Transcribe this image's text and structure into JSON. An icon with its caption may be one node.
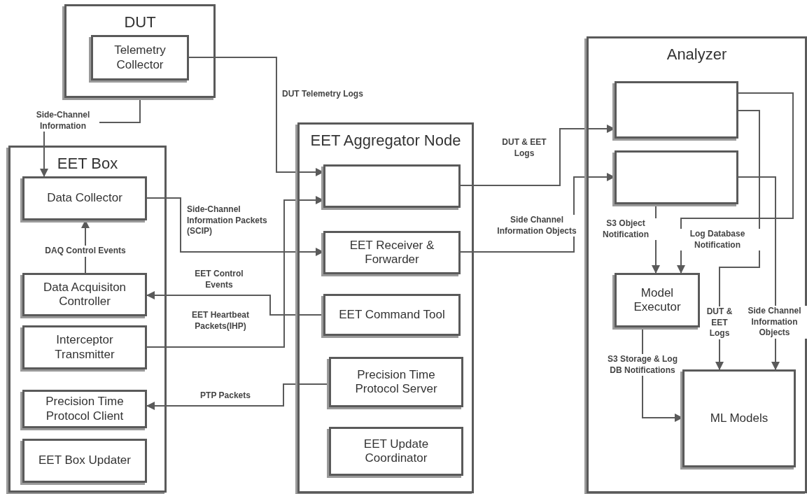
{
  "diagram": {
    "nodes": [
      {
        "text": [
          "DUT"
        ]
      },
      {
        "text": [
          "Telemetry Collector"
        ],
        "in": 0
      },
      {
        "text": [
          "EET Box"
        ]
      },
      {
        "text": [
          "Data Collector"
        ],
        "in": 2
      },
      {
        "text": [
          "Data Acquisiton Controller"
        ],
        "in": 2
      },
      {
        "text": [
          "Interceptor Transmitter"
        ],
        "in": 2
      },
      {
        "text": [
          "Precision Time Protocol Client"
        ],
        "in": 2
      },
      {
        "text": [
          "EET Box Updater"
        ],
        "in": 2
      },
      {
        "text": [
          "EET Aggregator Node"
        ]
      },
      {
        "text": [],
        "shape": "box",
        "in": 8
      },
      {
        "text": [
          "EET Receiver & Forwarder"
        ],
        "in": 8
      },
      {
        "text": [
          "EET Command Tool"
        ],
        "in": 8
      },
      {
        "text": [
          "Precision Time Protocol Server"
        ],
        "in": 8
      },
      {
        "text": [
          "EET Update Coordinator"
        ],
        "in": 8
      },
      {
        "text": [
          "Analyzer"
        ]
      },
      {
        "text": [],
        "shape": "box",
        "in": 14
      },
      {
        "text": [],
        "shape": "box",
        "in": 14
      },
      {
        "text": [
          "Model Executor"
        ],
        "in": 14
      },
      {
        "text": [
          "ML Models"
        ],
        "in": 14
      }
    ],
    "edges": [
      {
        "from": 1,
        "to": 9,
        "arrow": "to",
        "label": "DUT Telemetry Logs"
      },
      {
        "from": 0,
        "to": 3,
        "arrow": "to",
        "label": "Side-Channel Information"
      },
      {
        "from": 3,
        "to": 10,
        "arrow": "to",
        "label": "Side-Channel Information Packets (SCIP)"
      },
      {
        "from": 4,
        "to": 3,
        "arrow": "to",
        "label": "DAQ Control Events"
      },
      {
        "from": 11,
        "to": 4,
        "arrow": "to",
        "label": "EET Control Events"
      },
      {
        "from": 5,
        "to": 9,
        "arrow": "to",
        "label": "EET Heartbeat Packets(IHP)"
      },
      {
        "from": 12,
        "to": 6,
        "arrow": "to",
        "label": "PTP Packets"
      },
      {
        "from": 9,
        "to": 15,
        "arrow": "to",
        "label": "DUT & EET Logs"
      },
      {
        "from": 10,
        "to": 16,
        "arrow": "to",
        "label": "Side Channel Information Objects"
      },
      {
        "from": 16,
        "to": 17,
        "arrow": "to",
        "label": "S3 Object Notification"
      },
      {
        "from": 15,
        "to": 17,
        "arrow": "to",
        "label": "Log Database Notification"
      },
      {
        "from": 15,
        "to": 18,
        "arrow": "to",
        "label": "DUT & EET Logs"
      },
      {
        "from": 16,
        "to": 18,
        "arrow": "to",
        "label": "Side Channel Information Objects"
      },
      {
        "from": 17,
        "to": 18,
        "arrow": "to",
        "label": "S3 Storage & Log DB Notifications"
      }
    ]
  }
}
